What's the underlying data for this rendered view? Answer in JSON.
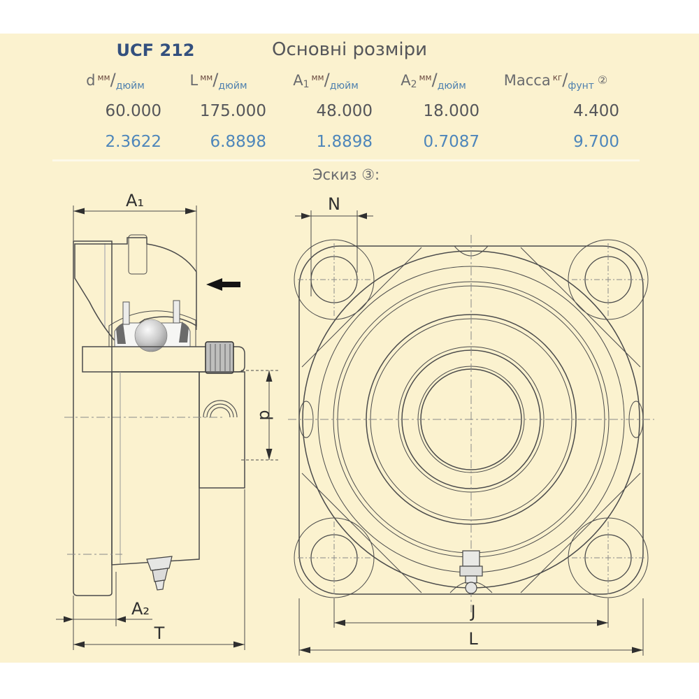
{
  "table": {
    "model": "UCF 212",
    "title": "Основні розміри",
    "fraction_slash": "/",
    "columns": [
      {
        "letter": "d",
        "index": "",
        "sup": "мм",
        "sub": "дюйм",
        "note": ""
      },
      {
        "letter": "L",
        "index": "",
        "sup": "мм",
        "sub": "дюйм",
        "note": ""
      },
      {
        "letter": "A",
        "index": "1",
        "sup": "мм",
        "sub": "дюйм",
        "note": ""
      },
      {
        "letter": "A",
        "index": "2",
        "sup": "мм",
        "sub": "дюйм",
        "note": ""
      },
      {
        "letter": "Масса",
        "index": "",
        "sup": "кг",
        "sub": "фунт",
        "note": "②"
      }
    ],
    "row_mm": [
      "60.000",
      "175.000",
      "48.000",
      "18.000",
      "4.400"
    ],
    "row_inch": [
      "2.3622",
      "6.8898",
      "1.8898",
      "0.7087",
      "9.700"
    ]
  },
  "sketch": {
    "label": "Эскиз ③:"
  },
  "drawing": {
    "dims": {
      "a1": "A₁",
      "n": "N",
      "d": "d",
      "a2": "A₂",
      "t": "T",
      "j": "J",
      "l": "L"
    }
  },
  "colors": {
    "background_cream": "#fbf2cf",
    "model_navy": "#33507e",
    "text_gray": "#55565a",
    "inch_blue": "#4e86ba",
    "unit_sub_blue": "#4d7fae",
    "unit_sup_brown": "#6a4a40",
    "housing_olive": "#a7a188",
    "bearing_blue": "#a8c3d7",
    "outline_gray": "#4b4b4b"
  }
}
